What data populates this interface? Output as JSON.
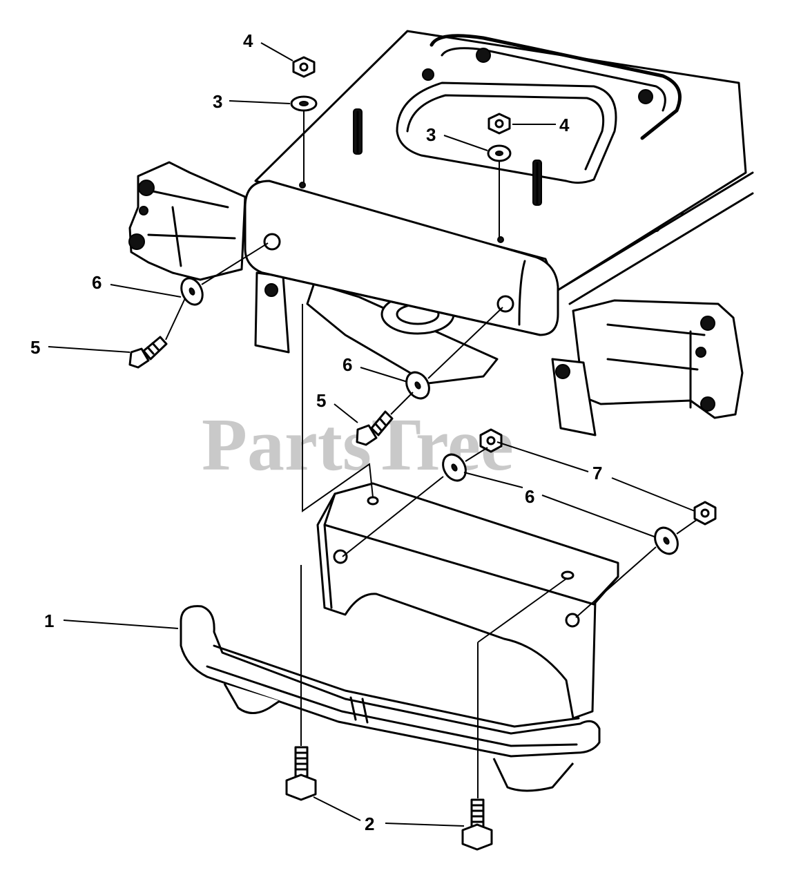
{
  "watermark": {
    "text": "PartsTree"
  },
  "callouts": {
    "c1": "1",
    "c2": "2",
    "c3a": "3",
    "c3b": "3",
    "c4a": "4",
    "c4b": "4",
    "c5a": "5",
    "c5b": "5",
    "c6a": "6",
    "c6b": "6",
    "c6c": "6",
    "c7": "7"
  }
}
